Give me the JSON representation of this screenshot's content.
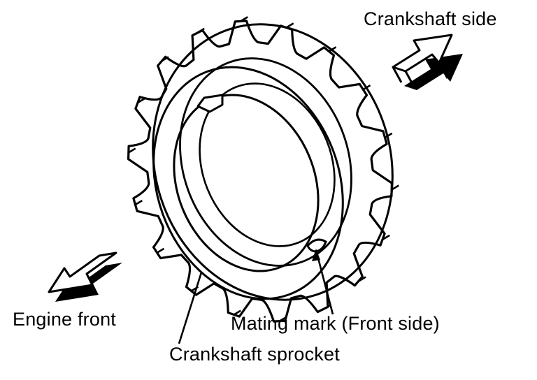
{
  "labels": {
    "crankshaft_side": "Crankshaft side",
    "engine_front": "Engine front",
    "mating_mark": "Mating mark (Front side)",
    "crankshaft_sprocket": "Crankshaft sprocket"
  },
  "sprocket": {
    "teeth": 18
  },
  "colors": {
    "ink": "#000000",
    "background": "#ffffff"
  }
}
